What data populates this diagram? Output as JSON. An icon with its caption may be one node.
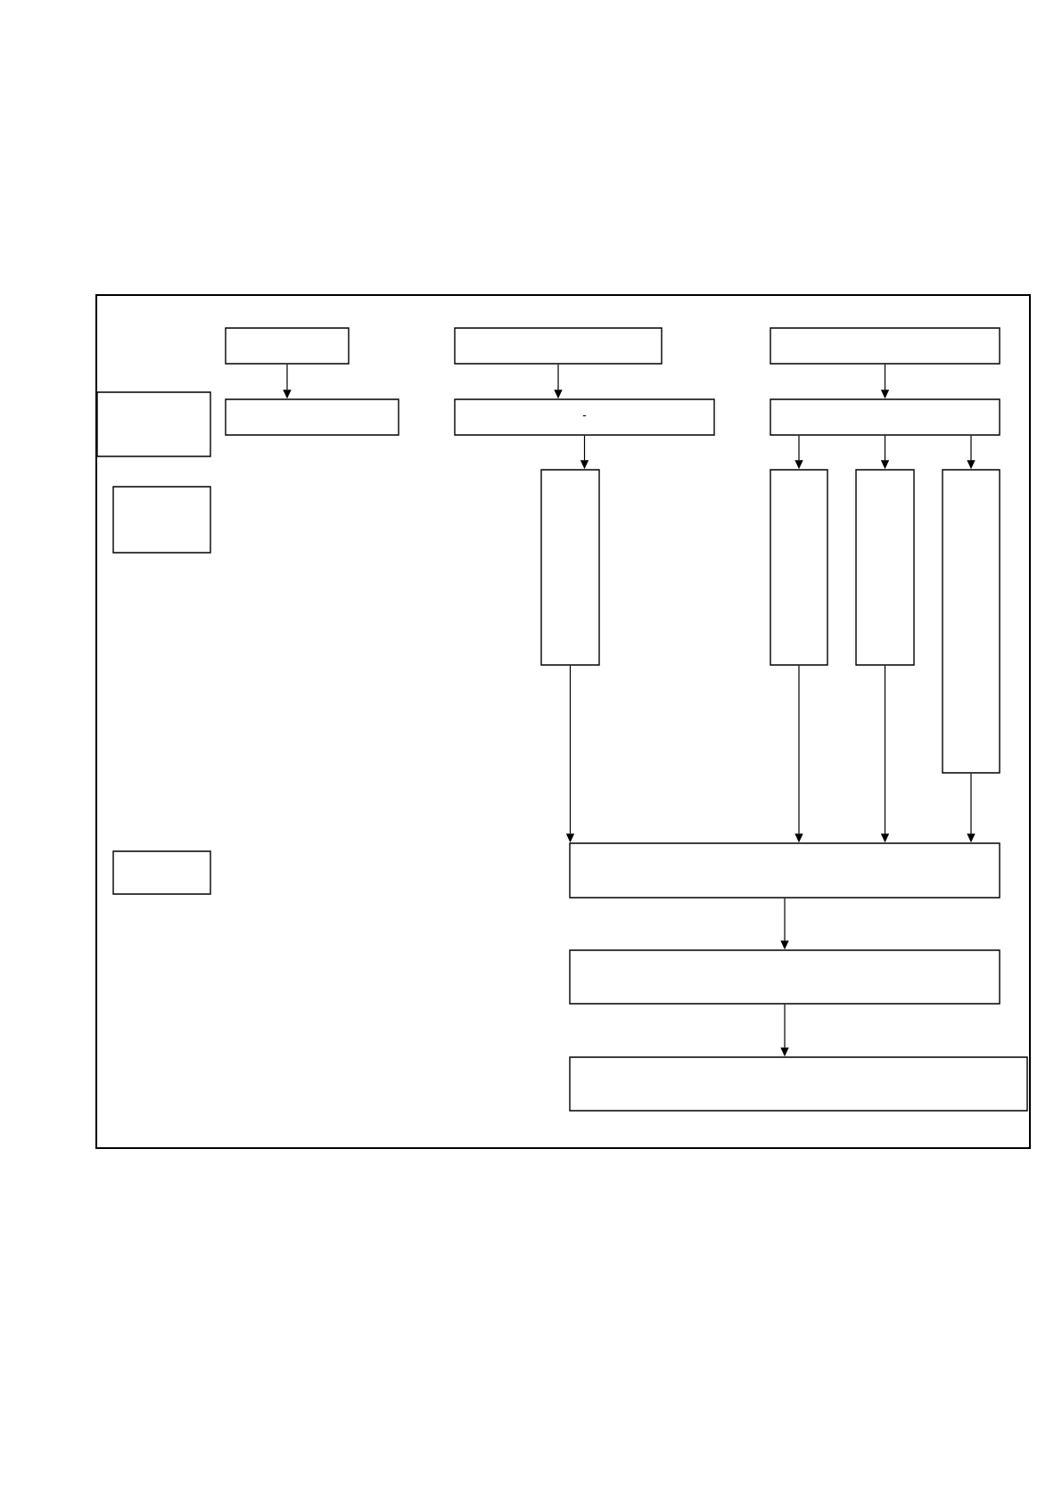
{
  "diagram": {
    "nodes": [
      {
        "text": [],
        "shape": "box"
      },
      {
        "text": [],
        "shape": "box",
        "in": 0
      },
      {
        "text": [],
        "shape": "box",
        "in": 0
      },
      {
        "text": [],
        "shape": "box",
        "in": 0
      },
      {
        "text": [],
        "shape": "box",
        "in": 0
      },
      {
        "text": [],
        "shape": "box",
        "in": 0
      },
      {
        "text": [
          "-"
        ],
        "in": 0
      },
      {
        "text": [],
        "shape": "box",
        "in": 0
      },
      {
        "text": [],
        "shape": "box",
        "in": 0
      },
      {
        "text": [],
        "shape": "box",
        "in": 0
      },
      {
        "text": [],
        "shape": "box",
        "in": 0
      },
      {
        "text": [],
        "shape": "box",
        "in": 0
      },
      {
        "text": [],
        "shape": "box",
        "in": 0
      },
      {
        "text": [],
        "shape": "box",
        "in": 0
      },
      {
        "text": [],
        "shape": "box",
        "in": 0
      },
      {
        "text": [],
        "shape": "box",
        "in": 0
      },
      {
        "text": [],
        "shape": "box",
        "in": 0
      }
    ],
    "edges": [
      {
        "from": 1,
        "to": 5,
        "arrow": "to"
      },
      {
        "from": 2,
        "to": 6,
        "arrow": "to"
      },
      {
        "from": 3,
        "to": 7,
        "arrow": "to"
      },
      {
        "from": 6,
        "to": 9,
        "arrow": "to"
      },
      {
        "from": 7,
        "to": 10,
        "arrow": "to"
      },
      {
        "from": 7,
        "to": 11,
        "arrow": "to"
      },
      {
        "from": 7,
        "to": 12,
        "arrow": "to"
      },
      {
        "from": 9,
        "to": 14,
        "arrow": "to"
      },
      {
        "from": 10,
        "to": 14,
        "arrow": "to"
      },
      {
        "from": 11,
        "to": 14,
        "arrow": "to"
      },
      {
        "from": 12,
        "to": 14,
        "arrow": "to"
      },
      {
        "from": 14,
        "to": 15,
        "arrow": "to"
      },
      {
        "from": 15,
        "to": 16,
        "arrow": "to"
      }
    ]
  }
}
